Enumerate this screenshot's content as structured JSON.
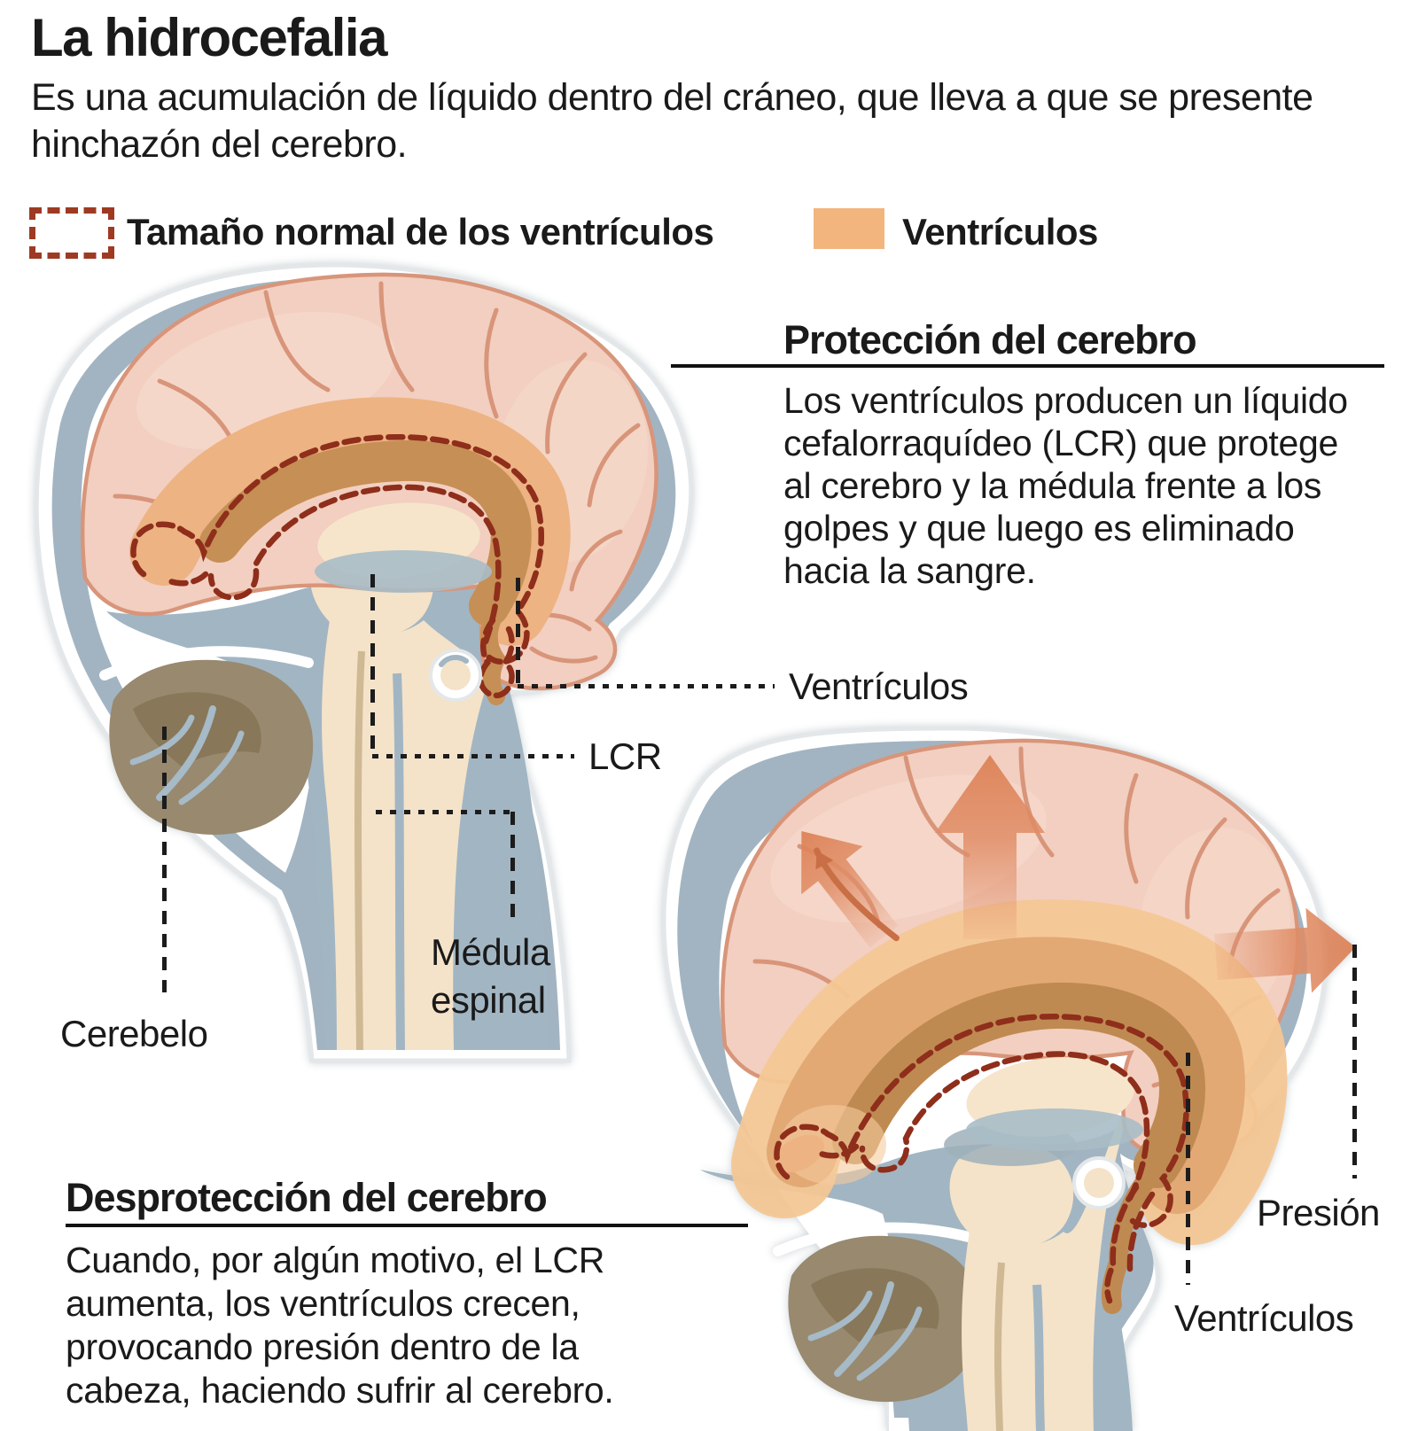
{
  "header": {
    "title": "La hidrocefalia",
    "intro": "Es una acumulación de líquido dentro del cráneo, que lleva a que se presente hinchazón del cerebro."
  },
  "legend": {
    "normal_size": {
      "label": "Tamaño normal de los ventrículos",
      "swatch_style": "dashed-outline",
      "color": "#9e3a23"
    },
    "ventricles": {
      "label": "Ventrículos",
      "swatch_style": "solid",
      "color": "#f2b57e"
    }
  },
  "sections": {
    "protection": {
      "heading": "Protección del cerebro",
      "body": "Los ventrículos producen un líquido cefalorraquídeo (LCR) que protege al cerebro y la médula frente a los golpes y que luego es eliminado hacia la sangre."
    },
    "unprotection": {
      "heading": "Desprotección del cerebro",
      "body": "Cuando, por algún motivo, el LCR aumenta, los ventrículos crecen, provocando presión dentro de la cabeza, haciendo sufrir al cerebro."
    }
  },
  "labels": {
    "normal_brain": {
      "ventricles": "Ventrículos",
      "csf": "LCR",
      "spinal_cord": "Médula espinal",
      "cerebellum": "Cerebelo"
    },
    "swollen_brain": {
      "pressure": "Presión",
      "ventricles": "Ventrículos"
    }
  },
  "colors": {
    "skull": "#a2b4c2",
    "brain_pink": "#f2cfc0",
    "sulci": "#d8957a",
    "ventricle_light": "#edb383",
    "ventricle_mid": "#e2a975",
    "ventricle_dark": "#c68f55",
    "ventricle_halo": "#f4c795",
    "thalamus_cream": "#f6e5cb",
    "csf_blue": "#a2b5c3",
    "cerebellum": "#98896f",
    "dashed_outline": "#8e2e1b",
    "pressure_arrow": "#e08d66",
    "text": "#1a1a1a"
  }
}
